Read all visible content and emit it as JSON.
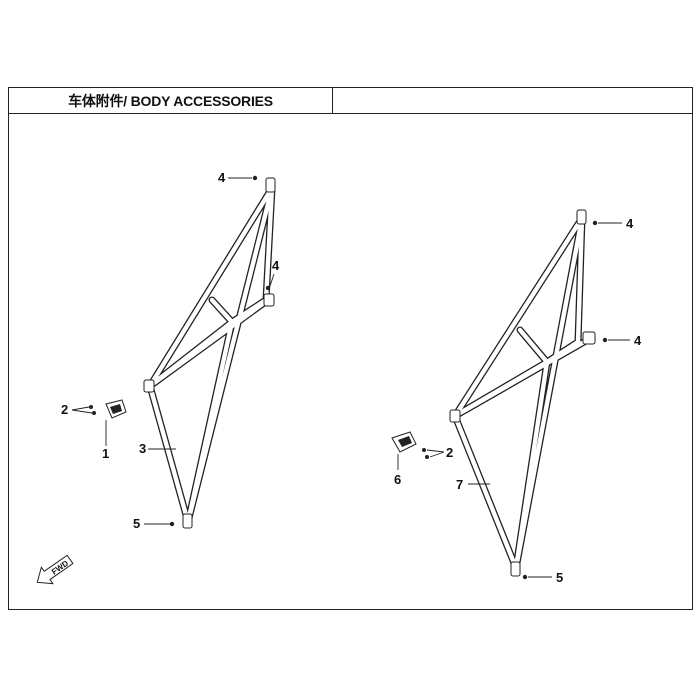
{
  "header": {
    "title": "车体附件/ BODY ACCESSORIES"
  },
  "callouts": {
    "left": {
      "c1": "1",
      "c2": "2",
      "c3": "3",
      "c4a": "4",
      "c4b": "4",
      "c5": "5"
    },
    "right": {
      "c2": "2",
      "c4a": "4",
      "c4b": "4",
      "c5": "5",
      "c6": "6",
      "c7": "7"
    }
  },
  "fwd_label": "FWD",
  "colors": {
    "line": "#222222",
    "background": "#ffffff"
  }
}
